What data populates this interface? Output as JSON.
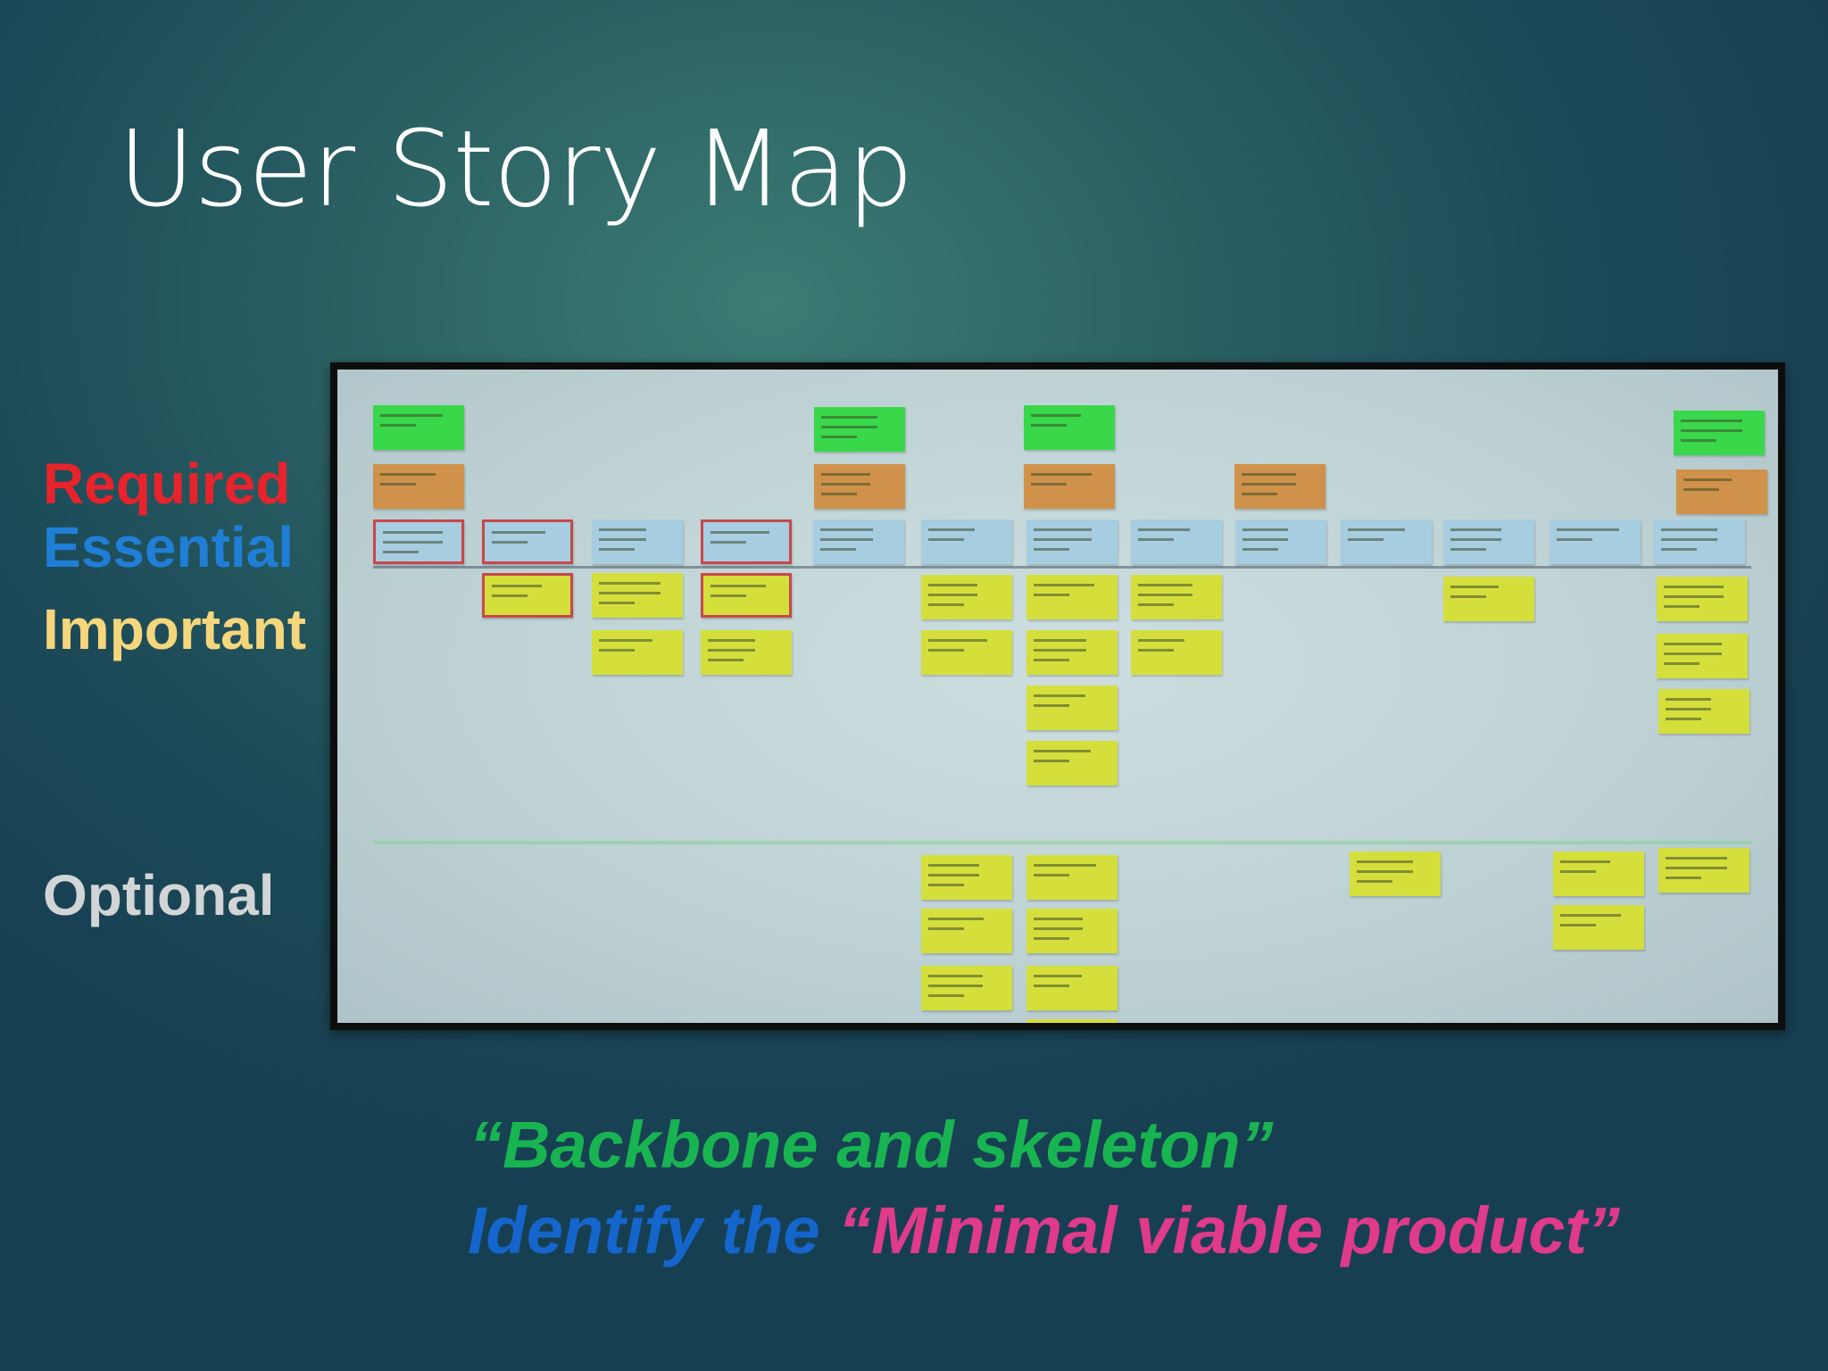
{
  "slide": {
    "title": "User Story Map",
    "legend": [
      {
        "text": "Required",
        "color": "#e8232c"
      },
      {
        "text": "Essential",
        "color": "#1f7fd6"
      },
      {
        "text": "Important",
        "color": "#f5d67c"
      },
      {
        "text": "Optional",
        "color": "#d2d5d6"
      }
    ],
    "quote_line1": "“Backbone and skeleton”",
    "quote_line2_part1": "Identify the ",
    "quote_line2_part2": "“Minimal viable product”"
  },
  "colors": {
    "quote_green": "#19b452",
    "quote_blue": "#1566cc",
    "quote_pink": "#e03a8a",
    "note_green": "#39d84a",
    "note_orange": "#d0924a",
    "note_blue": "#a7cde0",
    "note_yellow": "#d4df3c",
    "note_red_border": "#c8474b"
  }
}
